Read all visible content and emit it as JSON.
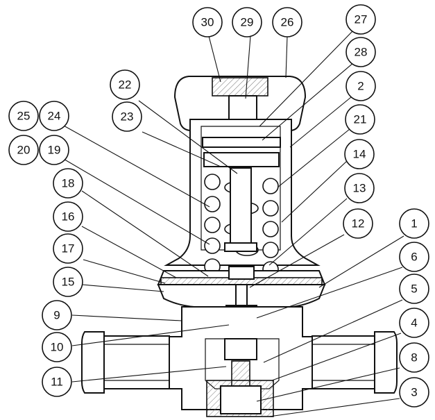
{
  "labels": {
    "l30": "30",
    "l29": "29",
    "l26": "26",
    "l27": "27",
    "l28": "28",
    "l22": "22",
    "l2": "2",
    "l25": "25",
    "l24": "24",
    "l23": "23",
    "l21": "21",
    "l20": "20",
    "l19": "19",
    "l14": "14",
    "l18": "18",
    "l13": "13",
    "l16": "16",
    "l12": "12",
    "l1": "1",
    "l17": "17",
    "l6": "6",
    "l15": "15",
    "l5": "5",
    "l9": "9",
    "l4": "4",
    "l10": "10",
    "l8": "8",
    "l11": "11",
    "l3": "3"
  },
  "colors": {
    "line": "#111111",
    "background": "#ffffff"
  }
}
